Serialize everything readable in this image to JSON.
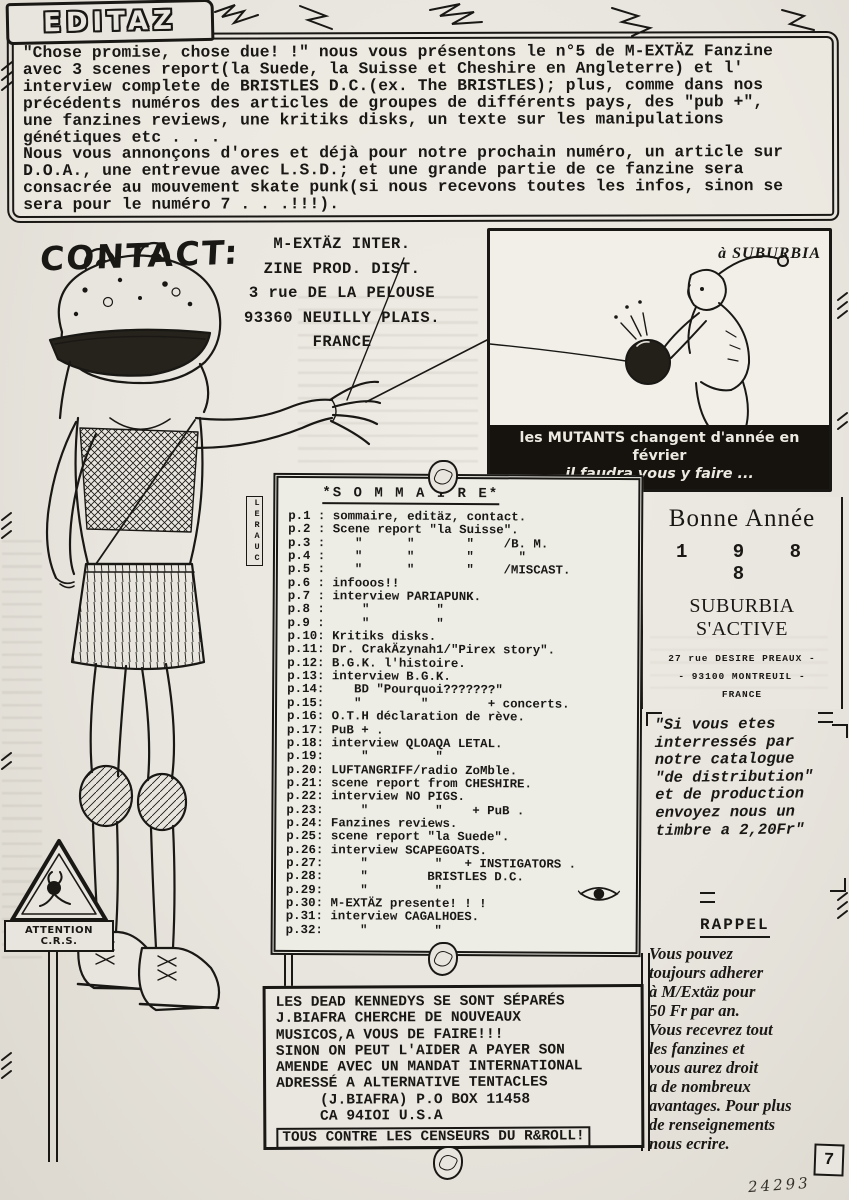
{
  "page": {
    "paper_color": "#e8e5de",
    "ink_color": "#1a1815",
    "caption_bar_color": "#16130f"
  },
  "editorial": {
    "title": "EDITAZ",
    "text": "\"Chose promise, chose due! !\" nous vous présentons le n°5 de M-EXTÄZ Fanzine\navec 3 scenes report(la Suede, la Suisse et Cheshire en Angleterre) et l'\ninterview complete de BRISTLES D.C.(ex. The BRISTLES); plus, comme dans nos\nprécédents numéros des articles de groupes de différents pays, des \"pub +\",\nune fanzines reviews, une kritiks disks, un texte sur les manipulations\ngénétiques etc . . .\nNous vous annonçons d'ores et déjà pour notre prochain numéro, un article sur\nD.O.A., une entrevue avec L.S.D.; et une grande partie de ce fanzine sera\nconsacrée au mouvement skate punk(si nous recevons toutes les infos, sinon se\nsera pour le numéro 7 . . .!!!)."
  },
  "contact": {
    "label": "CONTACT:",
    "lines": [
      "M-EXTÄZ INTER.",
      "ZINE PROD. DIST.",
      "3 rue DE LA PELOUSE",
      "93360 NEUILLY PLAIS.",
      "FRANCE"
    ]
  },
  "suburbia": {
    "corner_label": "à SUBURBIA",
    "caption_line1": "les MUTANTS changent d'année en février",
    "caption_line2": "il faudra vous y faire ..."
  },
  "sommaire": {
    "title": "*S O M M A I R E*",
    "items": [
      "p.1 : sommaire, editäz, contact.",
      "p.2 : Scene report \"la Suisse\".",
      "p.3 :    \"      \"       \"    /B. M.",
      "p.4 :    \"      \"       \"      \"",
      "p.5 :    \"      \"       \"    /MISCAST.",
      "p.6 : infooos!!",
      "p.7 : interview PARIAPUNK.",
      "p.8 :     \"         \"",
      "p.9 :     \"         \"",
      "p.10: Kritiks disks.",
      "p.11: Dr. CrakÄzynah1/\"Pirex story\".",
      "p.12: B.G.K. l'histoire.",
      "p.13: interview B.G.K.",
      "p.14:    BD \"Pourquoi???????\"",
      "p.15:    \"        \"        + concerts.",
      "p.16: O.T.H déclaration de rève.",
      "p.17: PuB + .",
      "p.18: interview QLOAQA LETAL.",
      "p.19:     \"         \"",
      "p.20: LUFTANGRIFF/radio ZoMble.",
      "p.21: scene report from CHESHIRE.",
      "p.22: interview NO PIGS.",
      "p.23:     \"         \"    + PuB .",
      "p.24: Fanzines reviews.",
      "p.25: scene report \"la Suede\".",
      "p.26: interview SCAPEGOATS.",
      "p.27:     \"         \"   + INSTIGATORS .",
      "p.28:     \"        BRISTLES D.C.",
      "p.29:     \"         \"",
      "p.30: M-EXTÄZ presente! ! !",
      "p.31: interview CAGALHOES.",
      "p.32:     \"         \""
    ]
  },
  "greetings": {
    "line1": "Bonne Année",
    "year": "1 9 8 8",
    "line2": "SUBURBIA S'ACTIVE",
    "address": [
      "27 rue DESIRE PREAUX -",
      "- 93100 MONTREUIL -",
      "FRANCE"
    ]
  },
  "catalogue_note": {
    "text": "\"Si vous etes\ninterressés par\nnotre catalogue\n\"de distribution\"\net de production\nenvoyez nous un\ntimbre a 2,20Fr\""
  },
  "rappel": {
    "title": "RAPPEL",
    "text": "Vous pouvez\ntoujours adherer\nà M/Extäz pour\n50 Fr par an.\nVous recevrez tout\nles fanzines et\nvous aurez droit\na de nombreux\navantages. Pour plus\nde renseignements\nnous ecrire."
  },
  "dead_kennedys": {
    "lines": [
      "LES DEAD KENNEDYS SE SONT SÉPARÉS",
      "J.BIAFRA CHERCHE DE NOUVEAUX",
      "MUSICOS,A VOUS DE FAIRE!!!",
      "SINON ON PEUT L'AIDER A PAYER SON",
      "AMENDE AVEC UN MANDAT INTERNATIONAL",
      "ADRESSÉ A ALTERNATIVE TENTACLES",
      "     (J.BIAFRA) P.O BOX 11458",
      "     CA 94IOI U.S.A"
    ],
    "footer": "TOUS CONTRE LES CENSEURS DU R&ROLL!"
  },
  "attention_sign": {
    "label": "ATTENTION C.R.S."
  },
  "signature": "LERAUC",
  "marks": {
    "handwritten": "24293",
    "corner_number": "7"
  }
}
